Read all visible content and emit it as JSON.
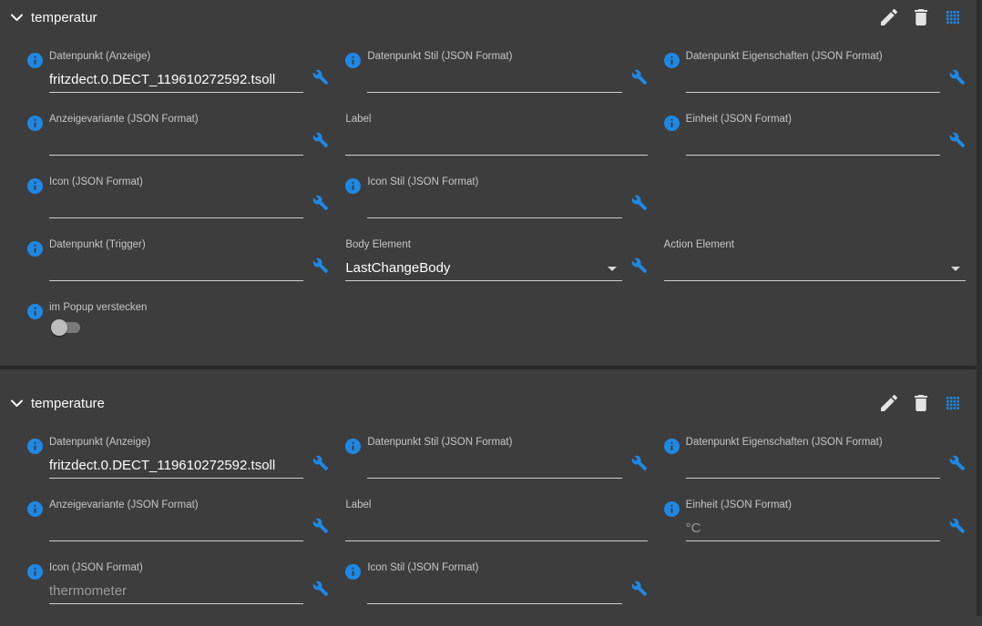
{
  "colors": {
    "accent_blue": "#1e88e5",
    "section_background": "#3d3d3d",
    "divider": "#292929",
    "label_gray": "#c6c6c6",
    "muted_value_gray": "#9a9a9a"
  },
  "icons": {
    "collapse": "chevron-down-icon",
    "info": "info-icon",
    "configure": "wrench-icon",
    "edit": "pencil-icon",
    "delete": "trash-icon",
    "drag": "drag-grid-icon",
    "dropdown": "caret-down-icon"
  },
  "section_temperatur": {
    "title": "temperatur",
    "fields": {
      "datenpunkt_anzeige": {
        "label": "Datenpunkt (Anzeige)",
        "value": "fritzdect.0.DECT_119610272592.tsoll"
      },
      "datenpunkt_stil": {
        "label": "Datenpunkt Stil (JSON Format)",
        "value": ""
      },
      "datenpunkt_eigenschaften": {
        "label": "Datenpunkt Eigenschaften (JSON Format)",
        "value": ""
      },
      "anzeigevariante": {
        "label": "Anzeigevariante (JSON Format)",
        "value": ""
      },
      "label": {
        "label": "Label",
        "value": ""
      },
      "einheit": {
        "label": "Einheit (JSON Format)",
        "value": ""
      },
      "icon": {
        "label": "Icon (JSON Format)",
        "value": ""
      },
      "icon_stil": {
        "label": "Icon Stil (JSON Format)",
        "value": ""
      },
      "datenpunkt_trigger": {
        "label": "Datenpunkt (Trigger)",
        "value": ""
      },
      "body_element": {
        "label": "Body Element",
        "value": "LastChangeBody"
      },
      "action_element": {
        "label": "Action Element",
        "value": ""
      },
      "im_popup_verstecken": {
        "label": "im Popup verstecken",
        "state": "off"
      }
    }
  },
  "section_temperature": {
    "title": "temperature",
    "fields": {
      "datenpunkt_anzeige": {
        "label": "Datenpunkt (Anzeige)",
        "value": "fritzdect.0.DECT_119610272592.tsoll"
      },
      "datenpunkt_stil": {
        "label": "Datenpunkt Stil (JSON Format)",
        "value": ""
      },
      "datenpunkt_eigenschaften": {
        "label": "Datenpunkt Eigenschaften (JSON Format)",
        "value": ""
      },
      "anzeigevariante": {
        "label": "Anzeigevariante (JSON Format)",
        "value": ""
      },
      "label": {
        "label": "Label",
        "value": ""
      },
      "einheit": {
        "label": "Einheit (JSON Format)",
        "value": "°C"
      },
      "icon": {
        "label": "Icon (JSON Format)",
        "value": "thermometer"
      },
      "icon_stil": {
        "label": "Icon Stil (JSON Format)",
        "value": ""
      }
    }
  }
}
